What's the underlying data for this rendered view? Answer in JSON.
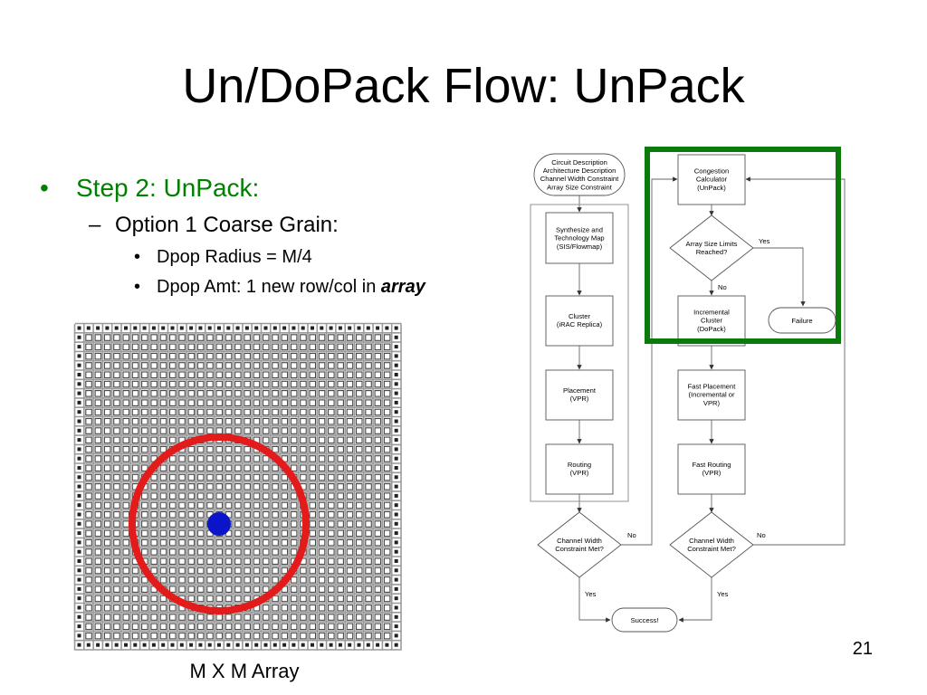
{
  "slide": {
    "title": "Un/DoPack Flow: UnPack",
    "page_number": "21"
  },
  "bullets": {
    "level1": {
      "marker": "•",
      "text": "Step 2: UnPack:"
    },
    "level2": {
      "marker": "–",
      "text": "Option 1 Coarse Grain:"
    },
    "level3": [
      {
        "marker": "•",
        "text": "Dpop Radius = M/4"
      },
      {
        "marker": "•",
        "prefix": "Dpop Amt: 1 new row/col in ",
        "emphasis": "array"
      }
    ]
  },
  "array_figure": {
    "caption": "M X M Array",
    "circle_color": "#e31b1b",
    "dot_color": "#0a14c8"
  },
  "flowchart": {
    "start": [
      "Circuit Description",
      "Architecture Description",
      "Channel Width Constraint",
      "Array Size Constraint"
    ],
    "synthesize": [
      "Synthesize and",
      "Technology Map",
      "(SIS/Flowmap)"
    ],
    "cluster": [
      "Cluster",
      "(iRAC Replica)"
    ],
    "placement": [
      "Placement",
      "(VPR)"
    ],
    "routing": [
      "Routing",
      "(VPR)"
    ],
    "cw_left": [
      "Channel Width",
      "Constraint Met?"
    ],
    "congestion": [
      "Congestion",
      "Calculator",
      "(UnPack)"
    ],
    "array_limit": [
      "Array Size Limits",
      "Reached?"
    ],
    "incremental": [
      "Incremental",
      "Cluster",
      "(DoPack)"
    ],
    "failure": "Failure",
    "fast_placement": [
      "Fast Placement",
      "(Incremental or",
      "VPR)"
    ],
    "fast_routing": [
      "Fast Routing",
      "(VPR)"
    ],
    "cw_right": [
      "Channel Width",
      "Constraint Met?"
    ],
    "success": "Success!",
    "label_yes": "Yes",
    "label_no": "No",
    "highlight_color": "#0a7a0a"
  }
}
